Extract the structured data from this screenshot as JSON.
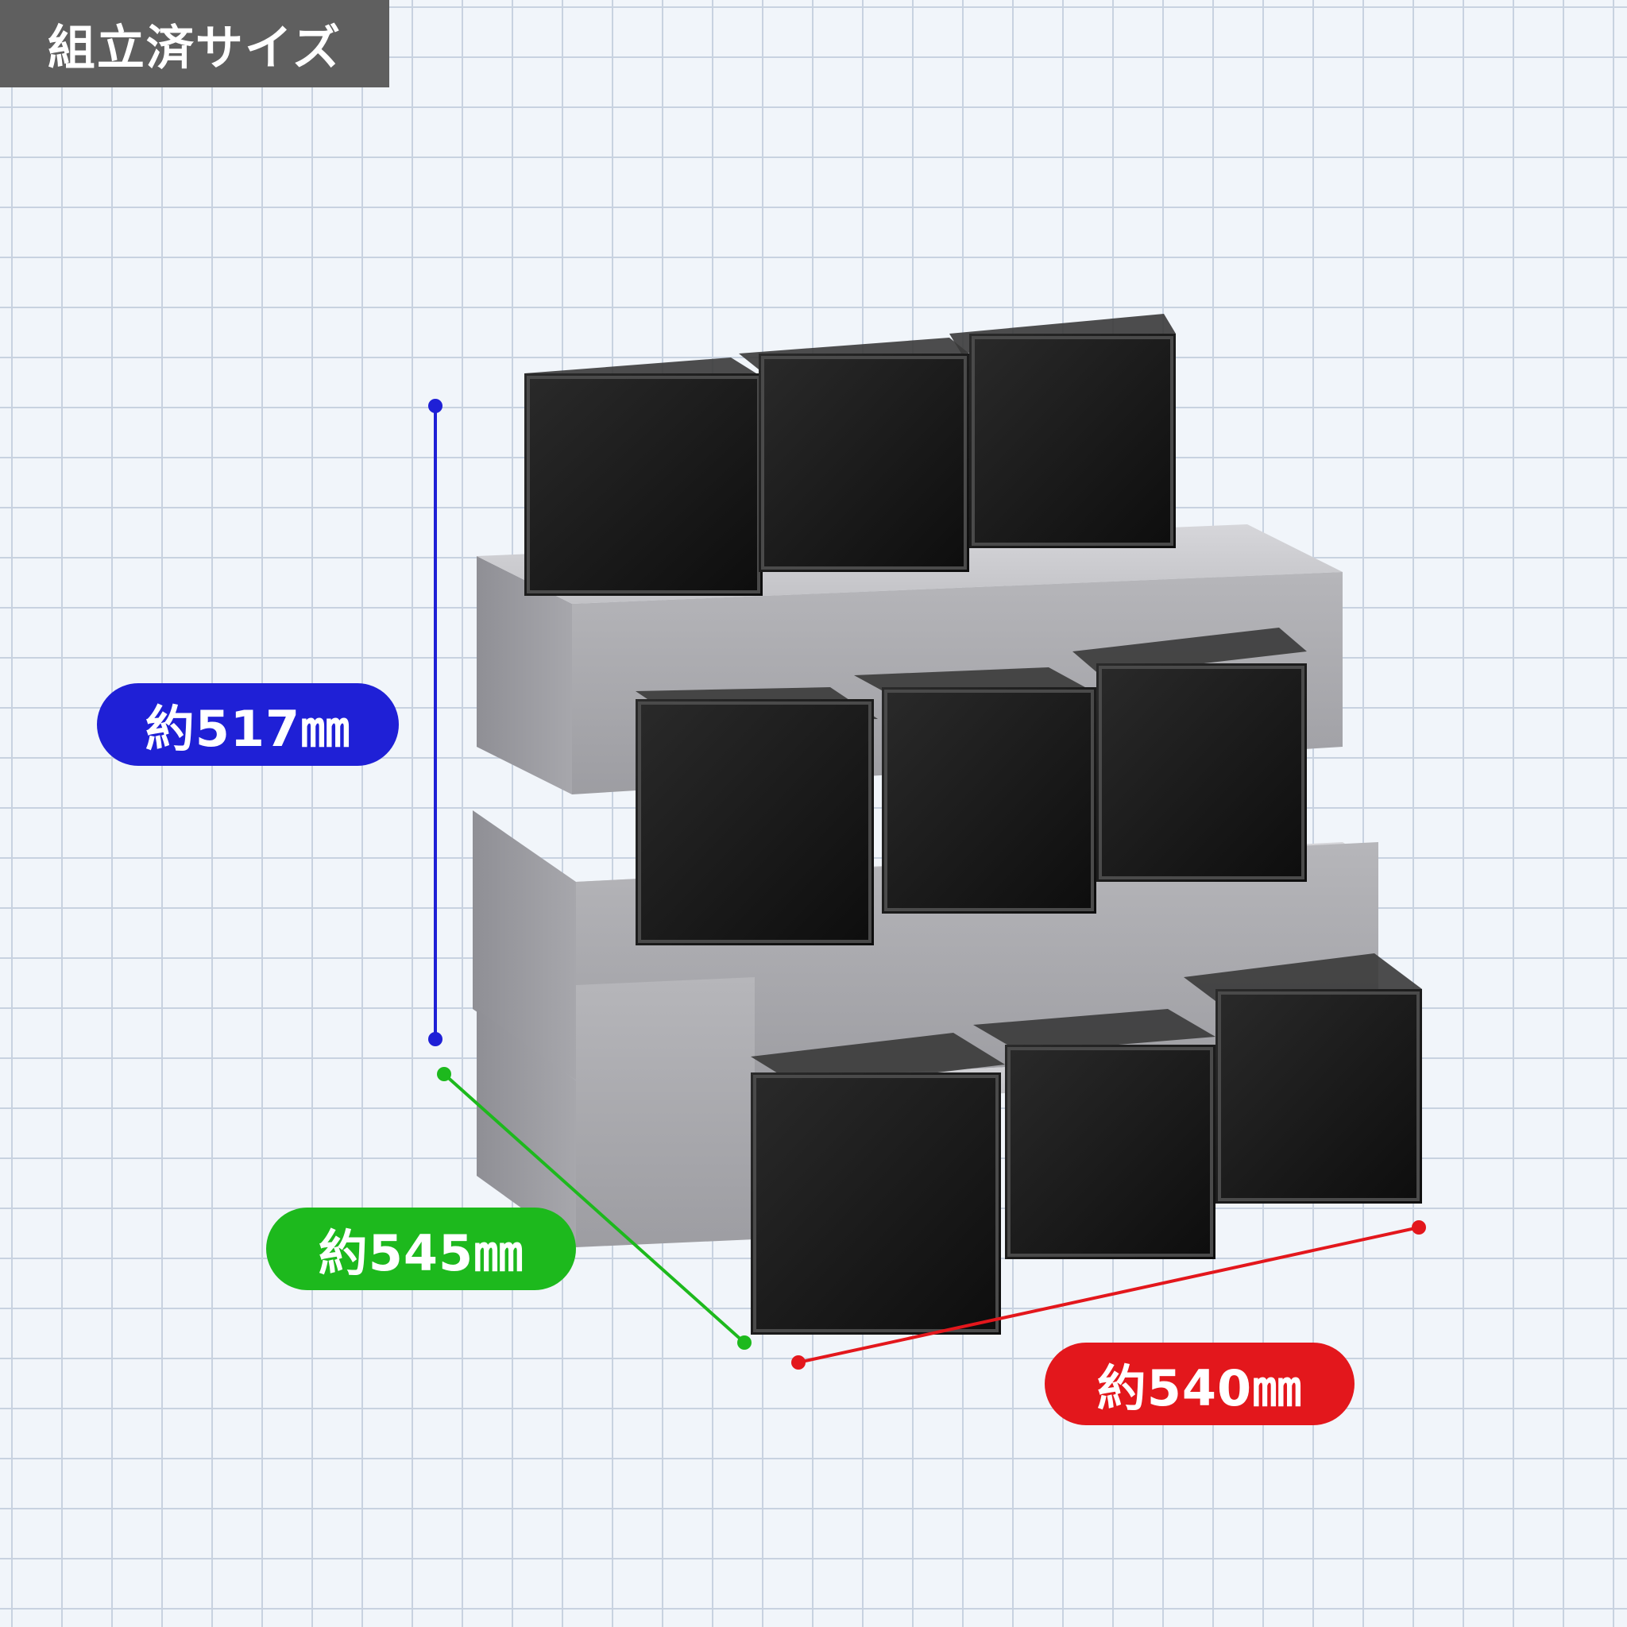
{
  "title": "組立済サイズ",
  "dimensions": {
    "height": {
      "label": "約517㎜",
      "color": "#1f20d6"
    },
    "depth": {
      "label": "約545㎜",
      "color": "#1db91d"
    },
    "width": {
      "label": "約540㎜",
      "color": "#e3171c"
    }
  },
  "product": {
    "tiers": 3,
    "tanks_per_tier": 3,
    "stand_color": "#a9a9ad",
    "tank_color": "#141414"
  }
}
